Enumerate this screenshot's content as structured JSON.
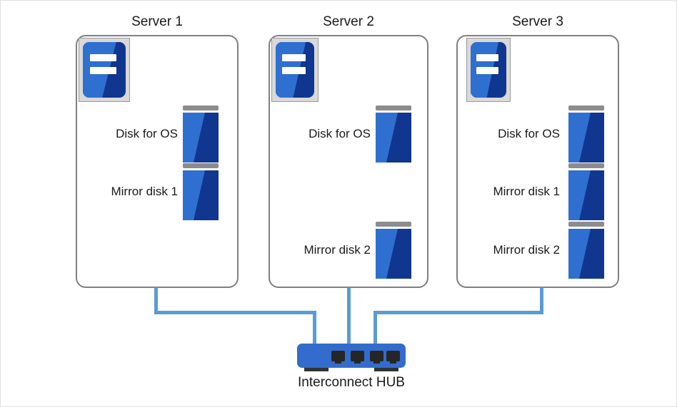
{
  "diagram": {
    "title": "Three-server mirror disk cluster with interconnect hub",
    "colors": {
      "disk_light_blue": "#2F6FD0",
      "disk_dark_blue": "#11368F",
      "disk_cap_gray": "#8C8C8C",
      "server_box_border": "#808080",
      "server_icon_bg": "#D9D9D9",
      "wire_blue": "#5B9BD5",
      "hub_blue": "#336CCC",
      "hub_port_dark": "#262626",
      "text": "#1A1A1A",
      "canvas_border": "#E0E0E0"
    },
    "servers": [
      {
        "id": "server-1",
        "title": "Server 1",
        "icon_name": "server-computer-icon",
        "disks": [
          {
            "label": "Disk for OS",
            "icon_name": "disk-icon"
          },
          {
            "label": "Mirror disk 1",
            "icon_name": "disk-icon"
          }
        ]
      },
      {
        "id": "server-2",
        "title": "Server 2",
        "icon_name": "server-computer-icon",
        "disks": [
          {
            "label": "Disk for OS",
            "icon_name": "disk-icon"
          },
          {
            "label": "Mirror disk 2",
            "icon_name": "disk-icon"
          }
        ]
      },
      {
        "id": "server-3",
        "title": "Server 3",
        "icon_name": "server-computer-icon",
        "disks": [
          {
            "label": "Disk for OS",
            "icon_name": "disk-icon"
          },
          {
            "label": "Mirror disk 1",
            "icon_name": "disk-icon"
          },
          {
            "label": "Mirror disk 2",
            "icon_name": "disk-icon"
          }
        ]
      }
    ],
    "hub": {
      "label": "Interconnect HUB",
      "icon_name": "network-hub-icon",
      "port_count": 4
    },
    "connections": [
      {
        "from": "server-1",
        "to": "hub"
      },
      {
        "from": "server-2",
        "to": "hub"
      },
      {
        "from": "server-3",
        "to": "hub"
      }
    ]
  }
}
